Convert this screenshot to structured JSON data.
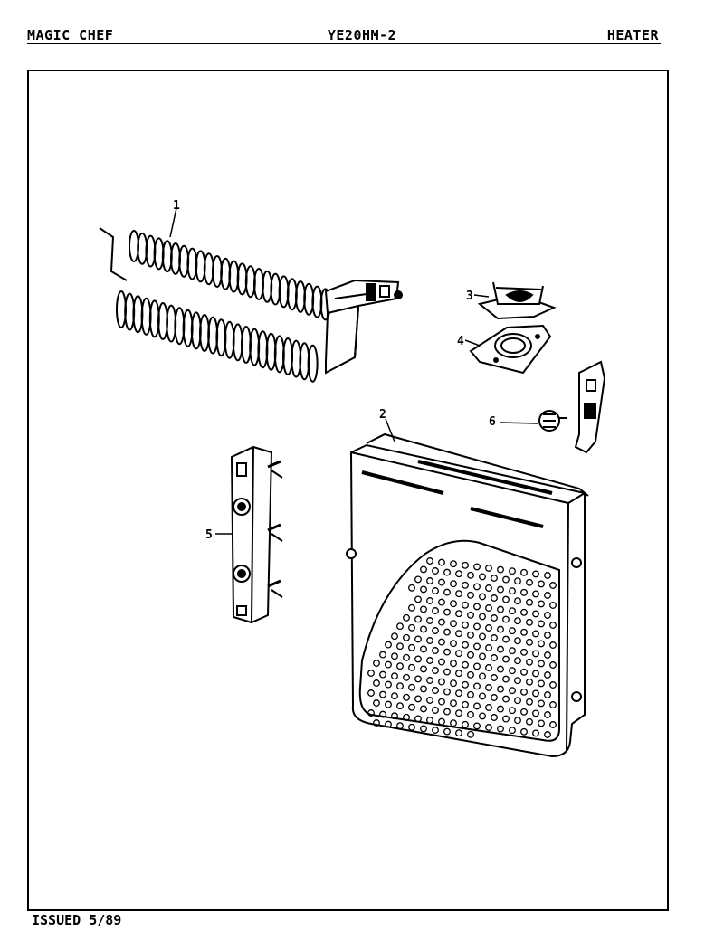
{
  "header": {
    "brand": "MAGIC CHEF",
    "model": "YE20HM-2",
    "section": "HEATER"
  },
  "footer": {
    "issued": "ISSUED 5/89"
  },
  "parts": [
    {
      "label": "1",
      "name": "heating-element"
    },
    {
      "label": "2",
      "name": "heater-housing"
    },
    {
      "label": "3",
      "name": "thermostat"
    },
    {
      "label": "4",
      "name": "thermostat-gasket"
    },
    {
      "label": "5",
      "name": "terminal-block"
    },
    {
      "label": "6",
      "name": "thermal-fuse"
    }
  ]
}
